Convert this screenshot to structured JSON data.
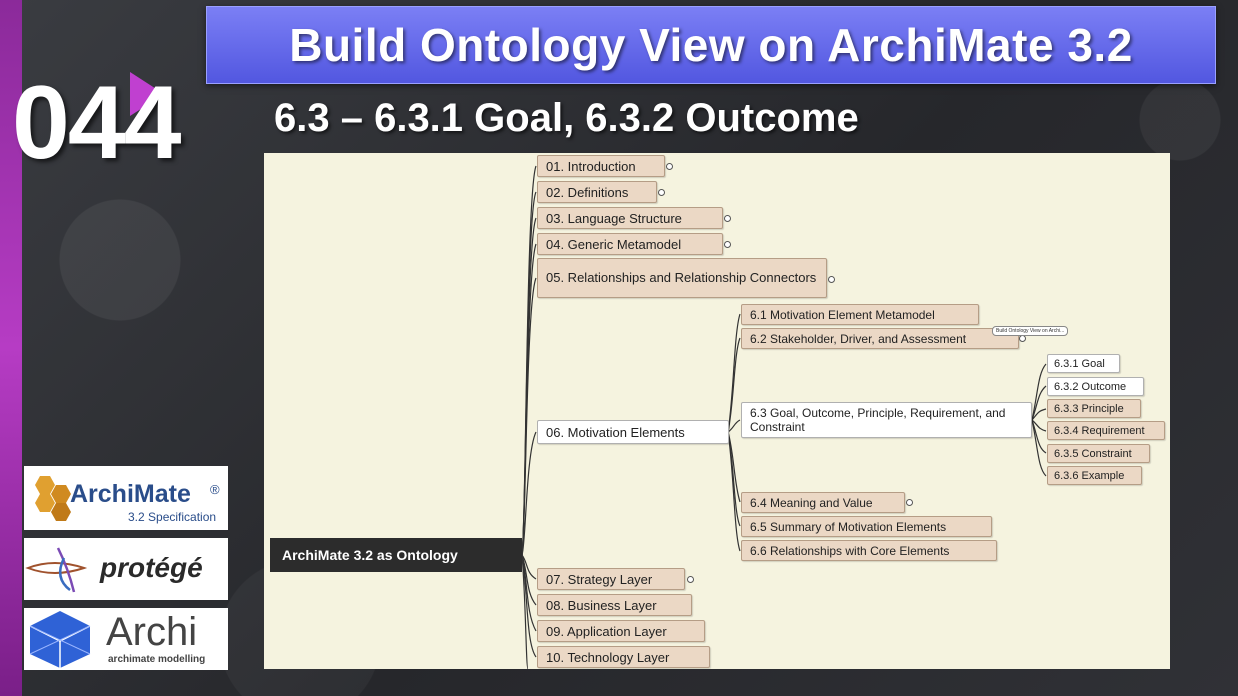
{
  "title": "Build Ontology View on ArchiMate 3.2",
  "episode": "044",
  "subtitle": "6.3 – 6.3.1 Goal, 6.3.2 Outcome",
  "logos": {
    "archimate": {
      "name": "ArchiMate",
      "mark": "®",
      "sub": "3.2 Specification"
    },
    "protege": {
      "name": "protégé"
    },
    "archi": {
      "name": "Archi",
      "sub": "archimate modelling"
    }
  },
  "mindmap": {
    "root": "ArchiMate 3.2 as Ontology",
    "chapters": [
      "01. Introduction",
      "02. Definitions",
      "03. Language Structure",
      "04. Generic Metamodel",
      "05. Relationships and Relationship Connectors",
      "06. Motivation Elements",
      "07. Strategy Layer",
      "08. Business Layer",
      "09. Application Layer",
      "10. Technology Layer"
    ],
    "motivation_sections": [
      "6.1 Motivation Element Metamodel",
      "6.2 Stakeholder, Driver, and Assessment",
      "6.3 Goal, Outcome, Principle, Requirement, and Constraint",
      "6.4 Meaning and Value",
      "6.5 Summary of Motivation Elements",
      "6.6 Relationships with Core Elements"
    ],
    "goal_subsections": [
      "6.3.1 Goal",
      "6.3.2 Outcome",
      "6.3.3 Principle",
      "6.3.4 Requirement",
      "6.3.5 Constraint",
      "6.3.6 Example"
    ],
    "tooltip": "Build Ontology View on Archi..."
  }
}
